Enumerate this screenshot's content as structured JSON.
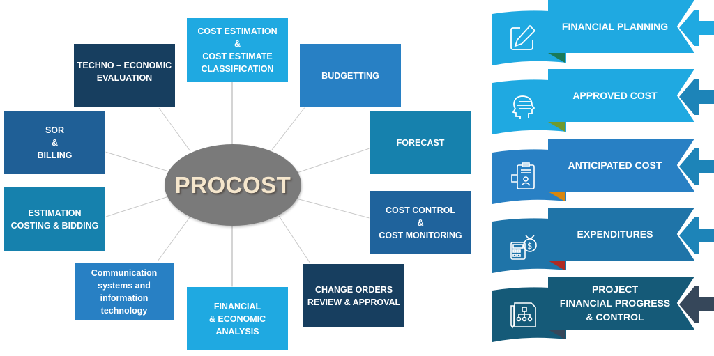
{
  "diagram": {
    "hub": {
      "label": "PROCOST",
      "color": "#7a7a7a",
      "text_color": "#f5e6cc"
    },
    "nodes": [
      {
        "id": "cost-estimation",
        "label": "COST ESTIMATION\n&\nCOST ESTIMATE\nCLASSIFICATION",
        "color": "#1fa9e1"
      },
      {
        "id": "budgetting",
        "label": "BUDGETTING",
        "color": "#2880c4"
      },
      {
        "id": "forecast",
        "label": "FORECAST",
        "color": "#1681ad"
      },
      {
        "id": "cost-control",
        "label": "COST CONTROL\n&\nCOST MONITORING",
        "color": "#1f639c"
      },
      {
        "id": "change-orders",
        "label": "CHANGE ORDERS\nREVIEW & APPROVAL",
        "color": "#173e5f"
      },
      {
        "id": "financial-economic-analysis",
        "label": "FINANCIAL\n& ECONOMIC\nANALYSIS",
        "color": "#1fa9e1"
      },
      {
        "id": "communication-systems",
        "label": "Communication\nsystems and\ninformation\ntechnology",
        "color": "#2880c4"
      },
      {
        "id": "estimation-costing-bidding",
        "label": "ESTIMATION\nCOSTING & BIDDING",
        "color": "#1681ad"
      },
      {
        "id": "sor-billing",
        "label": "SOR\n&\nBILLING",
        "color": "#1f5f96"
      },
      {
        "id": "techno-economic",
        "label": "TECHNO – ECONOMIC\nEVALUATION",
        "color": "#173e5f"
      }
    ]
  },
  "panel": {
    "items": [
      {
        "label": "FINANCIAL PLANNING",
        "icon": "edit-icon",
        "color": "#1fa9e1",
        "fold_color": "#1a7a5a",
        "arrow_color": "#1fa9e1"
      },
      {
        "label": "APPROVED COST",
        "icon": "head-icon",
        "color": "#1fa9e1",
        "fold_color": "#6f9a2e",
        "arrow_color": "#1d84b8"
      },
      {
        "label": "ANTICIPATED COST",
        "icon": "clipboard-icon",
        "color": "#2880c4",
        "fold_color": "#d8860e",
        "arrow_color": "#1d84b8"
      },
      {
        "label": "EXPENDITURES",
        "icon": "calculator-money-icon",
        "color": "#1f74a8",
        "fold_color": "#b02a22",
        "arrow_color": "#1d84b8"
      },
      {
        "label": "PROJECT\nFINANCIAL PROGRESS\n& CONTROL",
        "icon": "org-chart-icon",
        "color": "#155a78",
        "fold_color": "#36475a",
        "arrow_color": "#36475a"
      }
    ]
  }
}
